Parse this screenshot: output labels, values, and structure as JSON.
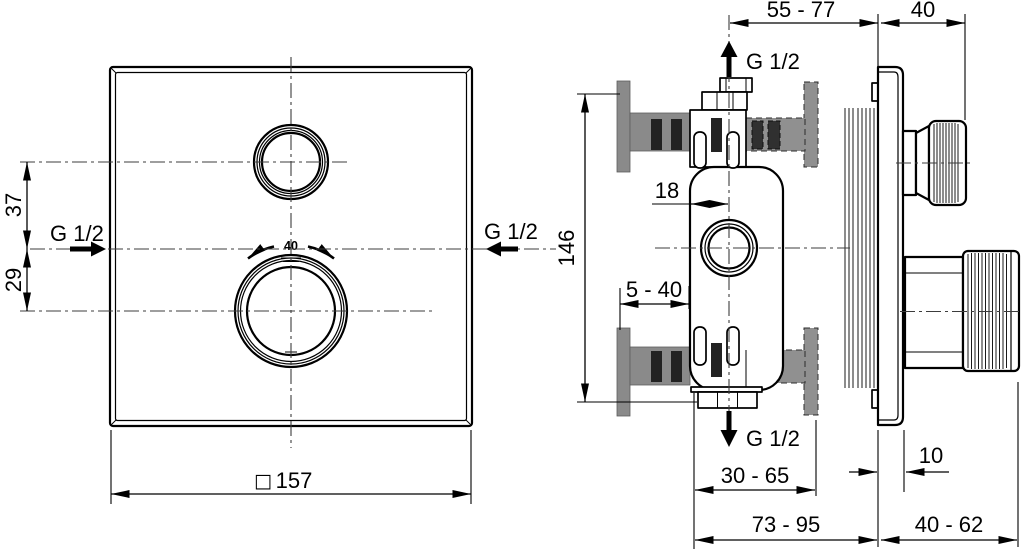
{
  "front_view": {
    "g12_left": "G 1/2",
    "g12_right": "G 1/2",
    "dim_top_circle_offset": "37",
    "dim_bottom_circle_offset": "29",
    "square_symbol": "□",
    "dim_plate_size": "157",
    "temp_stop_label": "40"
  },
  "side_view": {
    "dim_rough_in_depth": "55 - 77",
    "dim_trim_projection_top": "40",
    "g12_top": "G 1/2",
    "g12_bottom": "G 1/2",
    "dim_body_height": "146",
    "dim_axis_offset": "18",
    "dim_bracket_adjust": "5 - 40",
    "dim_wall_surface_range": "30 - 65",
    "dim_total_depth": "73 - 95",
    "dim_trim_depth": "40 - 62",
    "dim_plate_thickness": "10"
  },
  "colors": {
    "line": "#000000",
    "centerline": "#3c3c3c",
    "wall_gray": "#8a8a8a",
    "slot_dark": "#222222",
    "background": "#ffffff"
  }
}
